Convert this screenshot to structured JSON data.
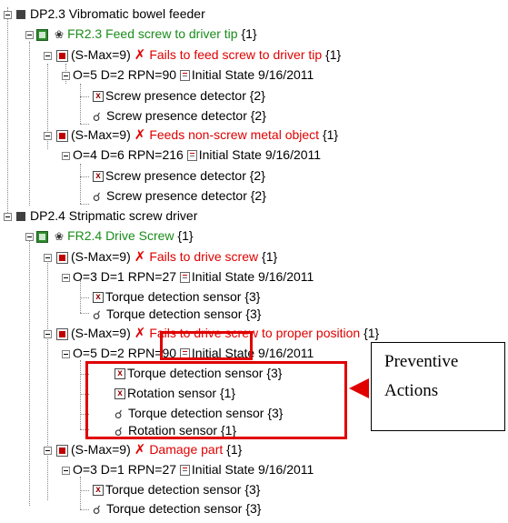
{
  "tree": {
    "dp23": {
      "label": "DP2.3 Vibromatic bowel feeder"
    },
    "fr23": {
      "label": "FR2.3 Feed screw to driver tip",
      "count": "{1}"
    },
    "fm1": {
      "smax": "(S-Max=9)",
      "label": "Fails to feed screw to driver tip",
      "count": "{1}"
    },
    "fm1_rpn": {
      "label": "O=5 D=2 RPN=90",
      "state": "Initial State 9/16/2011"
    },
    "fm1_c1": {
      "label": "Screw presence detector {2}"
    },
    "fm1_c2": {
      "label": "Screw presence detector {2}"
    },
    "fm2": {
      "smax": "(S-Max=9)",
      "label": "Feeds non-screw metal object",
      "count": "{1}"
    },
    "fm2_rpn": {
      "label": "O=4 D=6 RPN=216",
      "state": "Initial State 9/16/2011"
    },
    "fm2_c1": {
      "label": "Screw presence detector {2}"
    },
    "fm2_c2": {
      "label": "Screw presence detector {2}"
    },
    "dp24": {
      "label": "DP2.4 Stripmatic screw driver"
    },
    "fr24": {
      "label": "FR2.4 Drive Screw",
      "count": "{1}"
    },
    "fm3": {
      "smax": "(S-Max=9)",
      "label": "Fails to drive screw",
      "count": "{1}"
    },
    "fm3_rpn": {
      "label": "O=3 D=1 RPN=27",
      "state": "Initial State 9/16/2011"
    },
    "fm3_c1": {
      "label": "Torque detection sensor {3}"
    },
    "fm3_c2": {
      "label": "Torque detection sensor {3}"
    },
    "fm4": {
      "smax": "(S-Max=9)",
      "label": "Fails to drive screw to proper position",
      "count": "{1}"
    },
    "fm4_rpn": {
      "label": "O=5 D=2 RPN=90",
      "state": "Initial State 9/16/2011"
    },
    "fm4_c1": {
      "label": "Torque detection sensor {3}"
    },
    "fm4_c2": {
      "label": "Rotation sensor {1}"
    },
    "fm4_c3": {
      "label": "Torque detection sensor {3}"
    },
    "fm4_c4": {
      "label": "Rotation sensor {1}"
    },
    "fm5": {
      "smax": "(S-Max=9)",
      "label": "Damage part",
      "count": "{1}"
    },
    "fm5_rpn": {
      "label": "O=3 D=1 RPN=27",
      "state": "Initial State 9/16/2011"
    },
    "fm5_c1": {
      "label": "Torque detection sensor {3}"
    },
    "fm5_c2": {
      "label": "Torque detection sensor {3}"
    }
  },
  "callout": {
    "line1": "Preventive",
    "line2": "Actions"
  },
  "colors": {
    "highlight": "#e00000",
    "function_text": "#1a8c1a",
    "failure_text": "#e00000"
  }
}
